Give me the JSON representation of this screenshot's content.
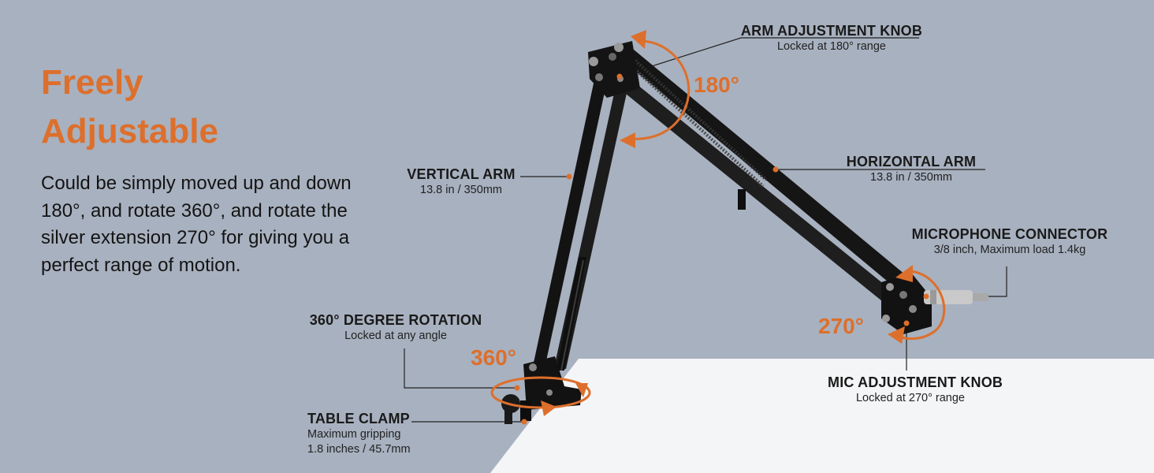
{
  "headline": {
    "line1": "Freely",
    "line2": "Adjustable"
  },
  "description": "Could be simply moved up and down 180°, and rotate 360°, and rotate the silver extension 270° for giving you a perfect range of motion.",
  "callouts": {
    "arm_knob": {
      "title": "ARM ADJUSTMENT KNOB",
      "detail": "Locked at 180° range"
    },
    "horizontal_arm": {
      "title": "HORIZONTAL ARM",
      "detail": "13.8 in / 350mm"
    },
    "vertical_arm": {
      "title": "VERTICAL ARM",
      "detail": "13.8 in / 350mm"
    },
    "mic_connector": {
      "title": "MICROPHONE CONNECTOR",
      "detail": "3/8 inch, Maximum load 1.4kg"
    },
    "rotation": {
      "title": "360° DEGREE ROTATION",
      "detail": "Locked at any angle"
    },
    "mic_knob": {
      "title": "MIC ADJUSTMENT KNOB",
      "detail": "Locked at 270° range"
    },
    "table_clamp": {
      "title": "TABLE CLAMP",
      "detail_line1": "Maximum gripping",
      "detail_line2": "1.8 inches / 45.7mm"
    }
  },
  "degrees": {
    "top": "180°",
    "base": "360°",
    "mic": "270°"
  },
  "colors": {
    "background": "#a8b1bf",
    "accent": "#dd6f2c",
    "arm": "#121212",
    "table": "#f4f5f7"
  }
}
